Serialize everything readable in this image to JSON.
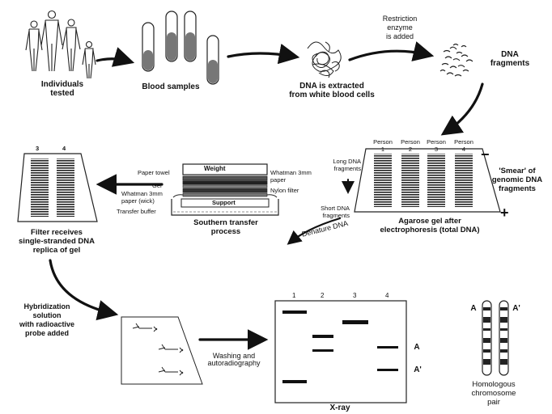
{
  "labels": {
    "individuals_tested": "Individuals\ntested",
    "blood_samples": "Blood samples",
    "dna_extracted": "DNA is extracted\nfrom white blood cells",
    "restriction_enzyme": "Restriction\nenzyme\nis added",
    "dna_fragments": "DNA\nfragments",
    "long_dna_fragments": "Long DNA\nfragments",
    "short_dna_fragments": "Short DNA\nfragments",
    "smear": "'Smear' of\ngenomic DNA\nfragments",
    "agarose_gel": "Agarose gel after\nelectrophoresis (total DNA)",
    "denature_dna": "Denature DNA",
    "filter_receives": "Filter receives\nsingle-stranded DNA\nreplica of gel",
    "hybridization": "Hybridization\nsolution\nwith radioactive\nprobe added",
    "washing": "Washing and\nautoradiography",
    "xray": "X-ray",
    "homologous": "Homologous\nchromosome\npair",
    "southern_transfer": "Southern transfer\nprocess",
    "minus_sign": "−",
    "plus_sign": "+"
  },
  "apparatus": {
    "weight": "Weight",
    "paper_towel": "Paper towel",
    "gel": "Gel",
    "whatman_wick": "Whatman 3mm\npaper (wick)",
    "transfer_buffer": "Transfer buffer",
    "whatman_3mm": "Whatman 3mm\npaper",
    "nylon_filter": "Nylon filter",
    "support": "Support"
  },
  "gel_persons": [
    {
      "name": "Person",
      "num": "1"
    },
    {
      "name": "Person",
      "num": "2"
    },
    {
      "name": "Person",
      "num": "3"
    },
    {
      "name": "Person",
      "num": "4"
    }
  ],
  "filter_lanes": [
    "3",
    "4"
  ],
  "xray_lanes": [
    "1",
    "2",
    "3",
    "4"
  ],
  "allele_labels": [
    "A",
    "A'"
  ],
  "chromosome_labels": [
    "A",
    "A'"
  ]
}
